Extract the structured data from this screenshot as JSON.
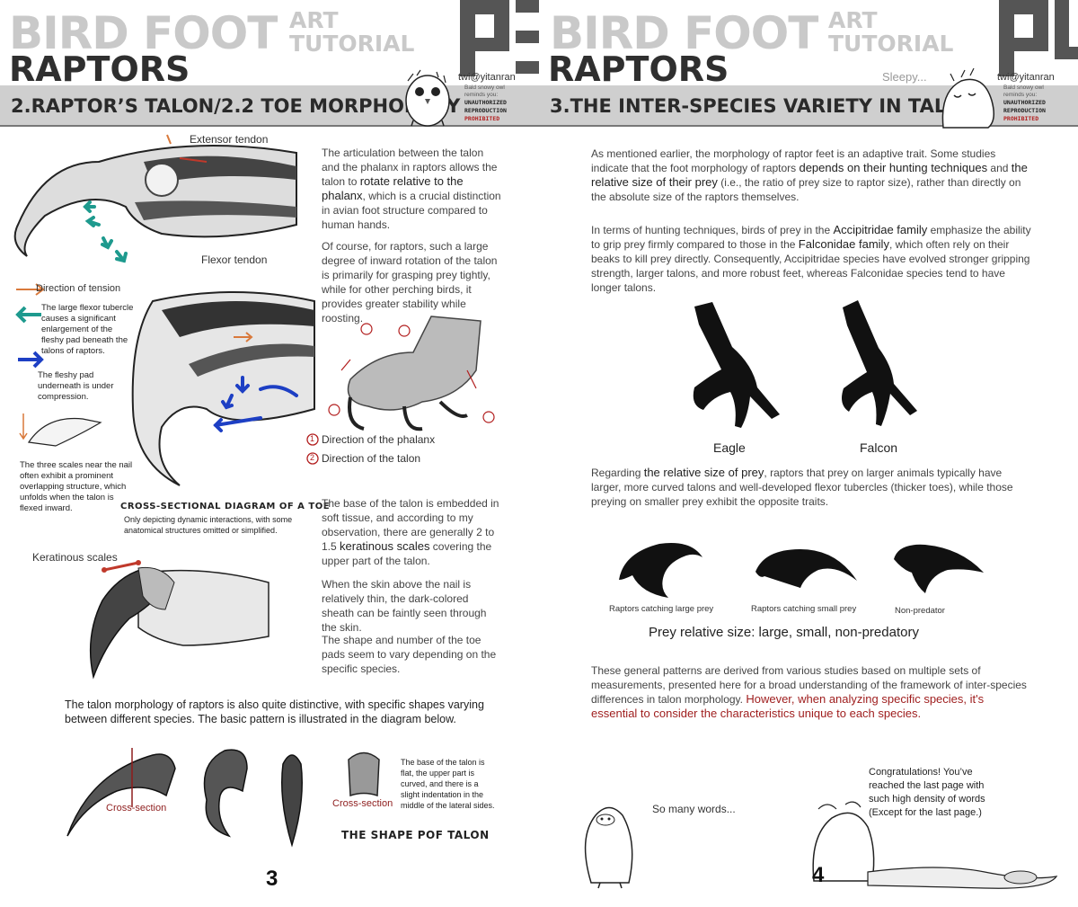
{
  "left": {
    "header": {
      "title": "BIRD FOOT",
      "art": "ART",
      "tutorial": "TUTORIAL",
      "subtitle": "RAPTORS",
      "section": "2.RAPTOR’S TALON/2.2 TOE MORPHOLOGY",
      "credit": "twi@yitanran",
      "notice_line1": "Bald snowy owl",
      "notice_line2": "reminds you:",
      "notice_line3": "UNAUTHORIZED",
      "notice_line4": "REPRODUCTION",
      "notice_line5": "PROHIBITED"
    },
    "diagram_top": {
      "extensor_label": "Extensor tendon",
      "flexor_label": "Flexor tendon"
    },
    "legend": {
      "tension": "Direction of tension",
      "tubercle": "The large flexor tubercle causes a significant enlargement of the fleshy pad beneath the talons of raptors.",
      "pad": "The fleshy pad underneath is under compression.",
      "scales": "The three scales near the nail often exhibit a prominent overlapping structure, which unfolds when the talon is flexed inward."
    },
    "cross_section": {
      "title": "CROSS-SECTIONAL DIAGRAM OF A TOE",
      "note": "Only depicting dynamic interactions, with some anatomical structures omitted or simplified."
    },
    "para1": {
      "text1": "The articulation between the talon and the phalanx in raptors allows the talon to ",
      "emph": "rotate relative to the phalanx",
      "text2": ", which is a crucial distinction in avian foot structure compared to human hands."
    },
    "para2": "Of course, for raptors, such a large degree of inward rotation of the talon is primarily for grasping prey tightly, while for other perching birds, it provides greater stability while roosting.",
    "directions": {
      "phalanx": "Direction of the phalanx",
      "talon": "Direction of the talon",
      "num1": "1",
      "num2": "2"
    },
    "keratin": {
      "label": "Keratinous scales",
      "text1": "The base of the talon is embedded in soft tissue, and according to my observation, there are generally 2 to 1.5 ",
      "emph": "keratinous scales",
      "text2": " covering the upper part of the talon.",
      "text3": "When the skin above the nail is relatively thin, the dark-colored sheath can be faintly seen through the skin.",
      "text4": "The shape and number of the toe pads seem to vary depending on the specific species."
    },
    "morph_para": "The talon morphology of raptors is also quite distinctive, with specific shapes varying between different species. The basic pattern is illustrated in the diagram below.",
    "shape": {
      "cross1": "Cross-section",
      "cross2": "Cross-section",
      "desc": "The base of the talon is flat, the upper part is curved, and there is a slight indentation in the middle of the lateral sides.",
      "title": "THE SHAPE POF TALON"
    },
    "page_number": "3"
  },
  "right": {
    "header": {
      "title": "BIRD FOOT",
      "art": "ART",
      "tutorial": "TUTORIAL",
      "subtitle": "RAPTORS",
      "sleepy": "Sleepy...",
      "section": "3.THE INTER-SPECIES VARIETY IN TALONS",
      "credit": "twi@yitanran",
      "notice_line1": "Bald snowy owl",
      "notice_line2": "reminds you:",
      "notice_line3": "UNAUTHORIZED",
      "notice_line4": "REPRODUCTION",
      "notice_line5": "PROHIBITED"
    },
    "para1": {
      "t1": "As mentioned earlier, the morphology of raptor feet is an adaptive trait. Some studies indicate that the foot morphology of raptors ",
      "e1": "depends on their hunting techniques",
      "t2": " and ",
      "e2": "the relative size of their prey",
      "t3": " (i.e., the ratio of prey size to raptor size), rather than directly on the absolute size of the raptors themselves."
    },
    "para2": {
      "t1": "In terms of hunting techniques, birds of prey in the ",
      "e1": "Accipitridae family",
      "t2": " emphasize the ability to grip prey firmly compared to those in the ",
      "e2": "Falconidae family",
      "t3": ", which often rely on their beaks to kill prey directly. Consequently, Accipitridae species have evolved stronger gripping strength, larger talons, and more robust feet, whereas Falconidae species tend to have longer talons."
    },
    "feet": {
      "eagle": "Eagle",
      "falcon": "Falcon"
    },
    "para3": {
      "t1": "Regarding ",
      "e1": "the relative size of prey",
      "t2": ", raptors that prey on larger animals typically have larger, more curved talons and well-developed flexor tubercles (thicker toes), while those preying on smaller prey exhibit the opposite traits."
    },
    "talons": {
      "large": "Raptors catching large prey",
      "small": "Raptors catching small prey",
      "non": "Non-predator",
      "caption": "Prey relative size: large, small, non-predatory"
    },
    "para4": {
      "t1": "These general patterns are derived from various studies based on multiple sets of measurements, presented here for a broad understanding of the framework of inter-species differences in talon morphology. ",
      "red": "However, when analyzing specific species, it's essential to consider the characteristics unique to each species."
    },
    "owl_speech": "So many words...",
    "congrats": "Congratulations! You’ve reached the  last page with such high density of words (Except for the last page.)",
    "page_number": "4"
  }
}
